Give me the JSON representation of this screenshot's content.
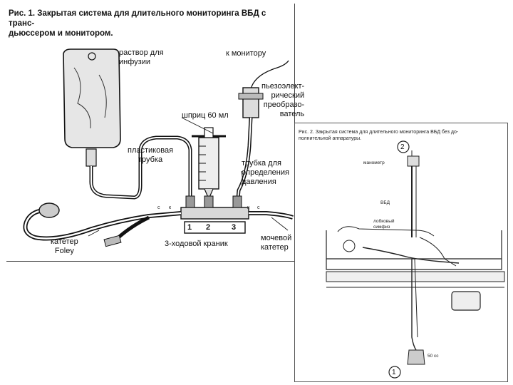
{
  "figure1": {
    "caption_line1": "Рис. 1. Закрытая система для длительного мониторинга ВБД с транс-",
    "caption_line2": "дьюссером и монитором.",
    "labels": {
      "infusion_line1": "раствор для",
      "infusion_line2": "инфузии",
      "monitor": "к монитору",
      "transducer_line1": "пьезоэлект-",
      "transducer_line2": "рический",
      "transducer_line3": "преобразо-",
      "transducer_line4": "ватель",
      "syringe": "шприц 60 мл",
      "tube_line1": "пластиковая",
      "tube_line2": "трубка",
      "pressure_line1": "трубка для",
      "pressure_line2": "определения",
      "pressure_line3": "давления",
      "foley_line1": "катетер",
      "foley_line2": "Foley",
      "stopcock": "3-ходовой краник",
      "urinary_line1": "мочевой",
      "urinary_line2": "катетер"
    },
    "port_numbers": [
      "1",
      "2",
      "3"
    ],
    "small_letters": [
      "с",
      "к",
      "к",
      "с"
    ]
  },
  "figure2": {
    "caption_line1": "Рис. 2. Закрытая система для длительного мониторинга ВБД без до-",
    "caption_line2": "полнительной аппаратуры.",
    "labels": {
      "manometer": "манометр",
      "iap": "ВБД",
      "pubic_line1": "лобковый",
      "pubic_line2": "симфиз",
      "volume": "50 cc"
    },
    "markers": [
      "2",
      "1"
    ]
  }
}
